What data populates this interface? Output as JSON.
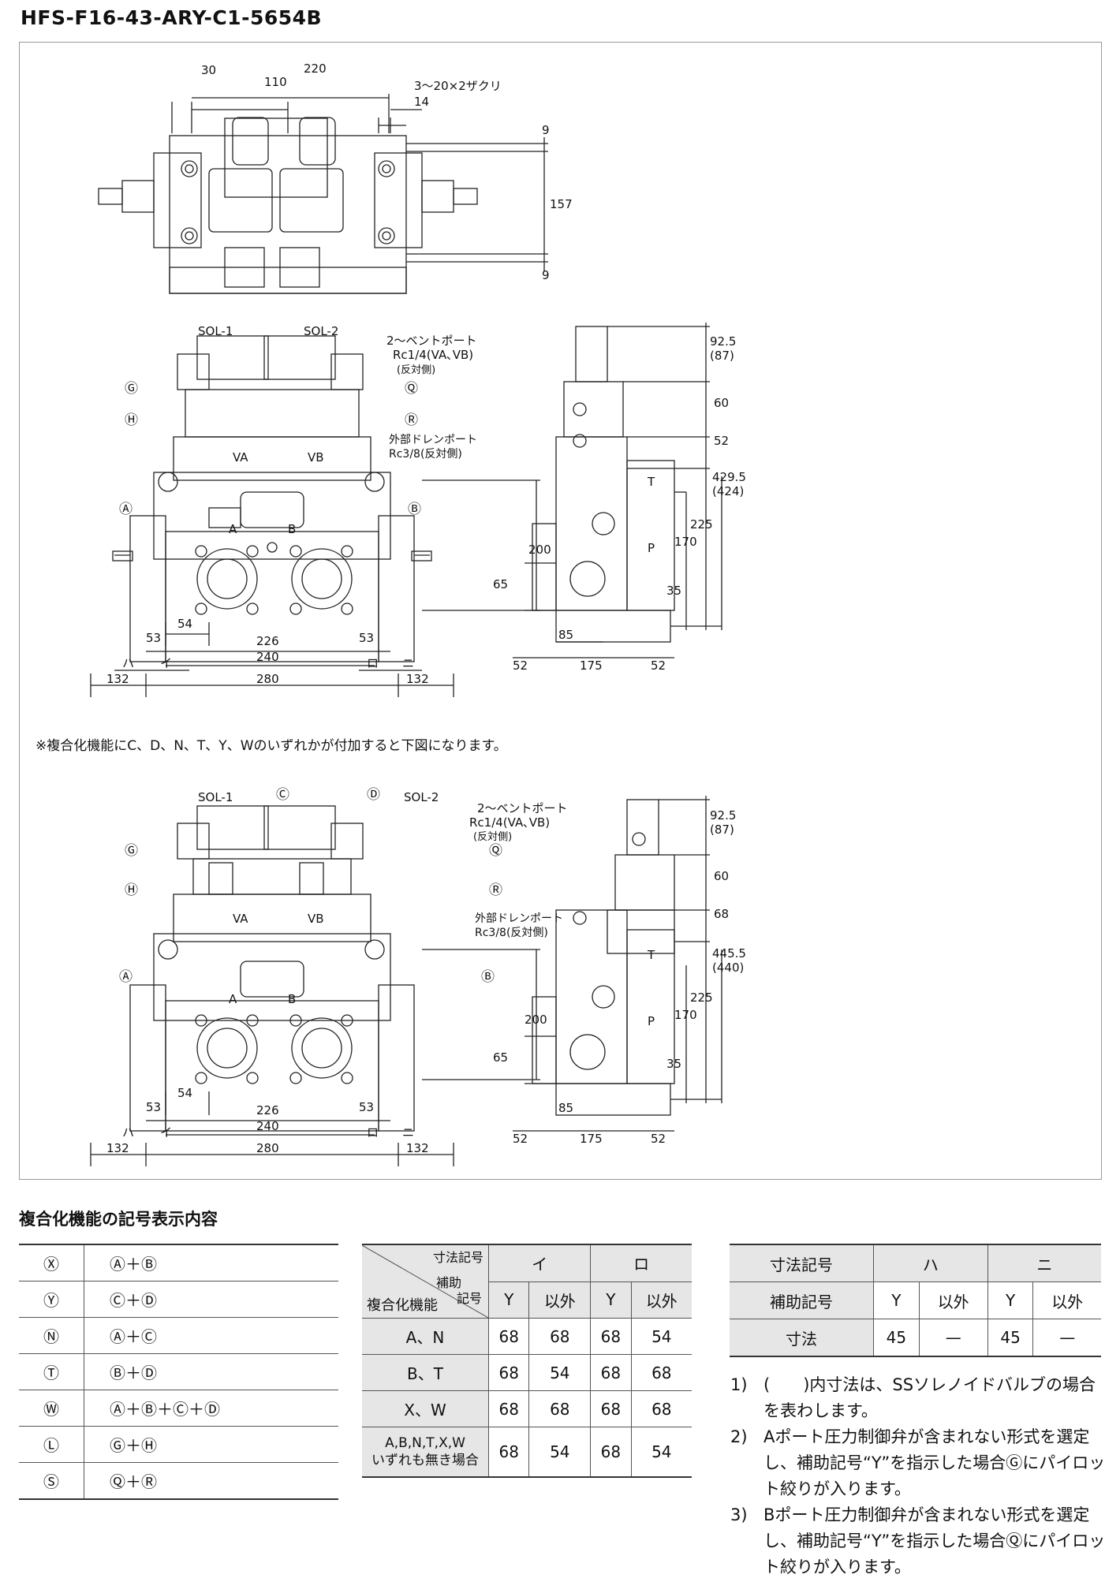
{
  "title": "HFS-F16-43-ARY-C1-5654B",
  "top_view": {
    "dims": [
      "30",
      "220",
      "110",
      "3～20×2ザクリ",
      "14",
      "9",
      "157",
      "9"
    ]
  },
  "front_view_1": {
    "sol1": "SOL-1",
    "sol2": "SOL-2",
    "vent": [
      "2～ベントポート",
      "Rc1/4(VA､VB)",
      "(反対側)"
    ],
    "drain": [
      "外部ドレンポート",
      "Rc3/8(反対側)"
    ],
    "ports": {
      "va": "VA",
      "vb": "VB",
      "a": "A",
      "b": "B"
    },
    "markers": {
      "G": "Ⓖ",
      "H": "Ⓗ",
      "Q": "Ⓠ",
      "R": "Ⓡ",
      "A": "Ⓐ",
      "B": "Ⓑ"
    },
    "dims": [
      "200",
      "54",
      "53",
      "226",
      "240",
      "53",
      "ハ",
      "イ",
      "ロ",
      "ニ",
      "132",
      "280",
      "132"
    ]
  },
  "side_view_1": {
    "dims": [
      "92.5",
      "(87)",
      "60",
      "52",
      "429.5",
      "(424)",
      "225",
      "170",
      "35",
      "65",
      "85",
      "52",
      "175",
      "52"
    ],
    "ports": {
      "t": "T",
      "p": "P"
    }
  },
  "note_mid": "※複合化機能にC、D、N、T、Y、Wのいずれかが付加すると下図になります。",
  "front_view_2": {
    "sol1": "SOL-1",
    "sol2": "SOL-2",
    "markers": {
      "C": "Ⓒ",
      "D": "Ⓓ",
      "G": "Ⓖ",
      "H": "Ⓗ",
      "Q": "Ⓠ",
      "R": "Ⓡ",
      "A": "Ⓐ",
      "B": "Ⓑ"
    },
    "vent": [
      "2～ベントポート",
      "Rc1/4(VA､VB)",
      "(反対側)"
    ],
    "drain": [
      "外部ドレンポート",
      "Rc3/8(反対側)"
    ],
    "ports": {
      "va": "VA",
      "vb": "VB",
      "a": "A",
      "b": "B"
    },
    "dims": [
      "200",
      "54",
      "53",
      "226",
      "240",
      "53",
      "ハ",
      "イ",
      "ロ",
      "ニ",
      "132",
      "280",
      "132"
    ]
  },
  "side_view_2": {
    "dims": [
      "92.5",
      "(87)",
      "60",
      "68",
      "445.5",
      "(440)",
      "225",
      "170",
      "35",
      "65",
      "85",
      "52",
      "175",
      "52"
    ],
    "ports": {
      "t": "T",
      "p": "P"
    }
  },
  "section_title": "複合化機能の記号表示内容",
  "func_table": [
    {
      "k": "Ⓧ",
      "v": "Ⓐ＋Ⓑ"
    },
    {
      "k": "Ⓨ",
      "v": "Ⓒ＋Ⓓ"
    },
    {
      "k": "Ⓝ",
      "v": "Ⓐ＋Ⓒ"
    },
    {
      "k": "Ⓣ",
      "v": "Ⓑ＋Ⓓ"
    },
    {
      "k": "Ⓦ",
      "v": "Ⓐ＋Ⓑ＋Ⓒ＋Ⓓ"
    },
    {
      "k": "Ⓛ",
      "v": "Ⓖ＋Ⓗ"
    },
    {
      "k": "Ⓢ",
      "v": "Ⓠ＋Ⓡ"
    }
  ],
  "dim_table": {
    "corner": {
      "a": "寸法記号",
      "b": "補助",
      "c": "記号",
      "d": "複合化機能"
    },
    "groups": [
      "イ",
      "ロ"
    ],
    "sub": [
      "Y",
      "以外",
      "Y",
      "以外"
    ],
    "rows": [
      {
        "label": "A、N",
        "vals": [
          "68",
          "68",
          "68",
          "54"
        ]
      },
      {
        "label": "B、T",
        "vals": [
          "68",
          "54",
          "68",
          "68"
        ]
      },
      {
        "label": "X、W",
        "vals": [
          "68",
          "68",
          "68",
          "68"
        ]
      },
      {
        "label": "A,B,N,T,X,W",
        "label2": "いずれも無き場合",
        "vals": [
          "68",
          "54",
          "68",
          "54"
        ]
      }
    ]
  },
  "dim_table2": {
    "h1": "寸法記号",
    "groups": [
      "ハ",
      "ニ"
    ],
    "h2": "補助記号",
    "sub": [
      "Y",
      "以外",
      "Y",
      "以外"
    ],
    "h3": "寸法",
    "vals": [
      "45",
      "—",
      "45",
      "—"
    ]
  },
  "notes": [
    {
      "n": "1)",
      "t": "(　　)内寸法は、SSソレノイドバルブの場合を表わします。"
    },
    {
      "n": "2)",
      "t": "Aポート圧力制御弁が含まれない形式を選定し、補助記号“Y”を指示した場合Ⓖにパイロット絞りが入ります。"
    },
    {
      "n": "3)",
      "t": "Bポート圧力制御弁が含まれない形式を選定し、補助記号“Y”を指示した場合Ⓠにパイロット絞りが入ります。"
    }
  ]
}
